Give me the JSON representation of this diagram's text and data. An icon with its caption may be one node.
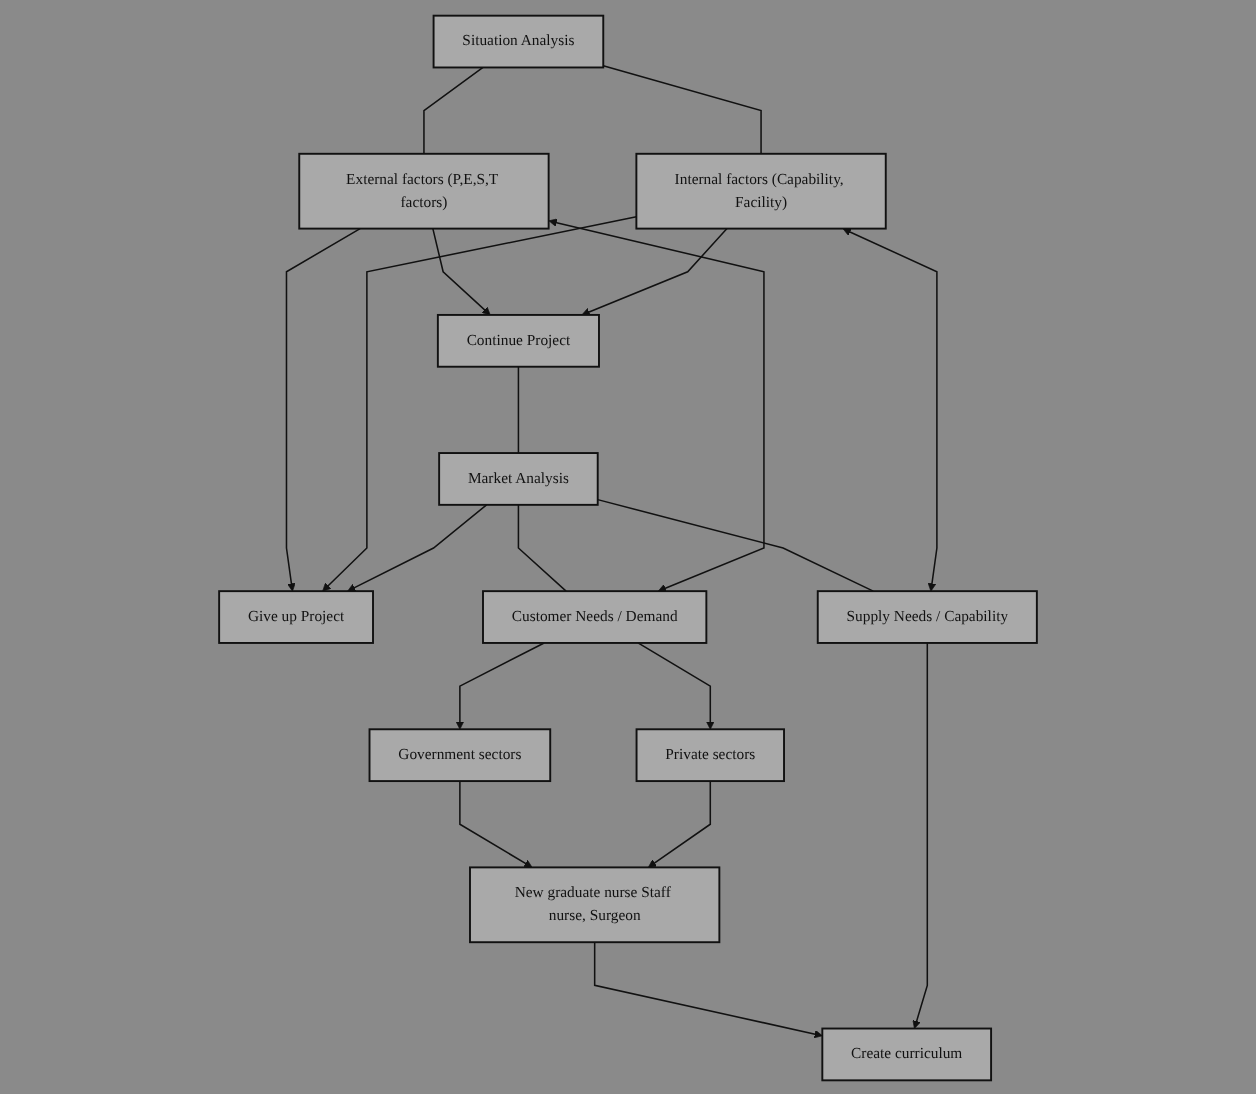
{
  "diagram": {
    "nodes": [
      {
        "text": [
          "Situation Analysis"
        ]
      },
      {
        "text": [
          "External factors (P,E,S,T factors)"
        ]
      },
      {
        "text": [
          "Internal factors (Capability, Facility)"
        ]
      },
      {
        "text": [
          "Continue Project"
        ]
      },
      {
        "text": [
          "Give up Project"
        ]
      },
      {
        "text": [
          "Market Analysis"
        ]
      },
      {
        "text": [
          "Customer Needs / Demand"
        ]
      },
      {
        "text": [
          "Supply Needs / Capability"
        ]
      },
      {
        "text": [
          "Government sectors"
        ]
      },
      {
        "text": [
          "Private sectors"
        ]
      },
      {
        "text": [
          "New graduate nurse Staff nurse, Surgeon"
        ]
      },
      {
        "text": [
          "Create curriculum"
        ]
      }
    ],
    "edges": [
      {
        "from": 0,
        "to": 1,
        "arrow": "none"
      },
      {
        "from": 0,
        "to": 2,
        "arrow": "none"
      },
      {
        "from": 1,
        "to": 3,
        "arrow": "to"
      },
      {
        "from": 1,
        "to": 4,
        "arrow": "to"
      },
      {
        "from": 2,
        "to": 3,
        "arrow": "to"
      },
      {
        "from": 2,
        "to": 4,
        "arrow": "to"
      },
      {
        "from": 3,
        "to": 5,
        "arrow": "none"
      },
      {
        "from": 5,
        "to": 4,
        "arrow": "to"
      },
      {
        "from": 5,
        "to": 6,
        "arrow": "none"
      },
      {
        "from": 5,
        "to": 7,
        "arrow": "none"
      },
      {
        "from": 6,
        "to": 8,
        "arrow": "to"
      },
      {
        "from": 6,
        "to": 9,
        "arrow": "to"
      },
      {
        "from": 8,
        "to": 10,
        "arrow": "to"
      },
      {
        "from": 9,
        "to": 10,
        "arrow": "to"
      },
      {
        "from": 10,
        "to": 11,
        "arrow": "to"
      },
      {
        "from": 7,
        "to": 11,
        "arrow": "to"
      },
      {
        "from": 1,
        "to": 6,
        "arrow": "both"
      },
      {
        "from": 2,
        "to": 7,
        "arrow": "both"
      }
    ]
  }
}
